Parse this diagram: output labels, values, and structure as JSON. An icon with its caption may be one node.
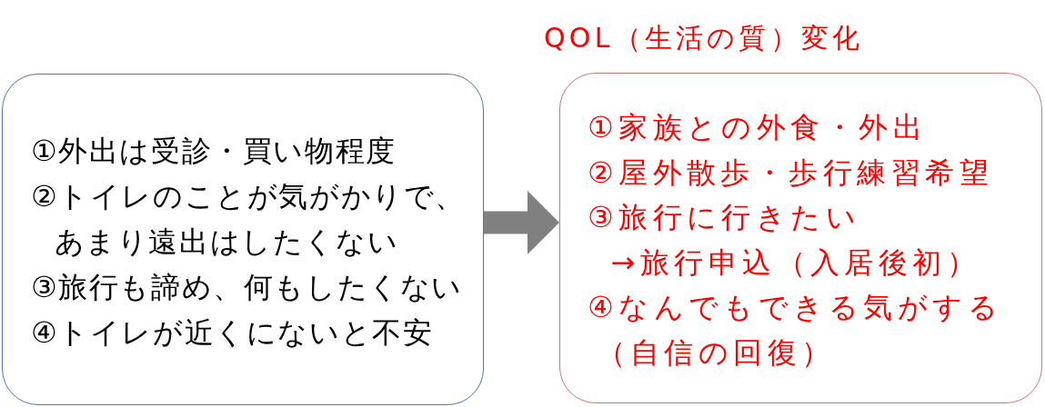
{
  "diagram": {
    "title": "QOL（生活の質）変化",
    "nodes": [
      {
        "text": [
          "①外出は受診・買い物程度",
          "②トイレのことが気がかりで、あまり遠出はしたくない",
          "③旅行も諦め、何もしたくない",
          "④トイレが近くにないと不安"
        ]
      },
      {
        "text": [
          "①家族との外食・外出",
          "②屋外散歩・歩行練習希望",
          "③旅行に行きたい",
          "→旅行申込（入居後初）",
          "④なんでもできる気がする",
          "（自信の回復）"
        ]
      }
    ],
    "edges": [
      {
        "from": 0,
        "to": 1,
        "arrow": "to"
      }
    ]
  }
}
